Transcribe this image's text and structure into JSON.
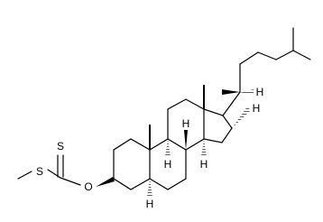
{
  "atoms": {
    "sulfur_methyl": "S",
    "sulfur_thione": "S",
    "oxygen": "O",
    "h_c20": "H",
    "h_c17": "H",
    "h_c8": "H",
    "h_c9": "H",
    "h_c14": "H",
    "h_c5": "H"
  }
}
